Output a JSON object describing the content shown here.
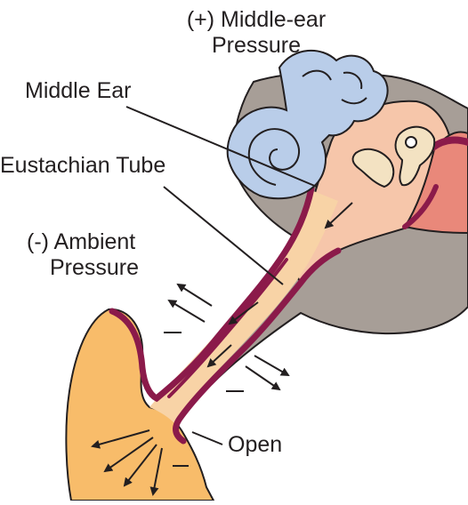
{
  "diagram": {
    "labels": {
      "middle_ear_pressure_line1": "(+) Middle-ear",
      "middle_ear_pressure_line2": "Pressure",
      "middle_ear": "Middle Ear",
      "eustachian_tube": "Eustachian Tube",
      "ambient_pressure_line1": "(-) Ambient",
      "ambient_pressure_line2": "Pressure",
      "open": "Open"
    },
    "colors": {
      "bone": "#a79e97",
      "middle_ear_cavity": "#f6c6aa",
      "tube_fill": "#f8d3a6",
      "nasopharynx": "#f8bc6a",
      "tube_wall": "#8b1a4a",
      "inner_ear": "#b9cde9",
      "ossicles": "#f3e2c2",
      "eardrum_canal": "#e9887a",
      "outline": "#231f20"
    },
    "icons": [
      "inner-ear-cochlea-icon",
      "ossicles-icon",
      "pressure-arrow-icon"
    ]
  }
}
